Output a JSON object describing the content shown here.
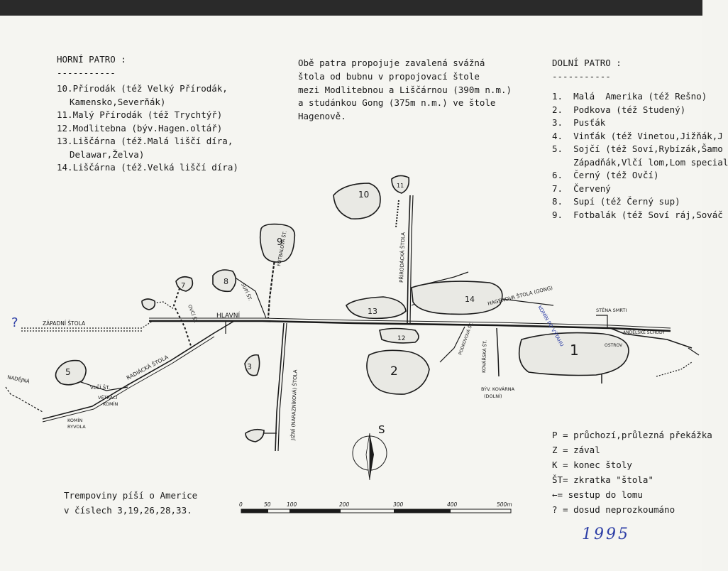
{
  "upper_level": {
    "title": "HORNÍ PATRO :",
    "rule": "-----------",
    "items": [
      {
        "line": "10.Přírodák (též Velký Přírodák,"
      },
      {
        "line": "Kamensko,Severňák)"
      },
      {
        "line": "11.Malý Přírodák (též Trychtýř)"
      },
      {
        "line": "12.Modlitebna (býv.Hagen.oltář)"
      },
      {
        "line": "13.Liščárna (též.Malá liščí díra,"
      },
      {
        "line": "Delawar,Želva)"
      },
      {
        "line": "14.Liščárna (též.Velká liščí díra)"
      }
    ]
  },
  "connection_note": {
    "lines": [
      "Obě patra propojuje zavalená svážná",
      "štola od bubnu v propojovací štole",
      "mezi Modlitebnou a Liščárnou (390m n.m.)",
      "a studánkou Gong (375m n.m.) ve štole",
      "Hagenově."
    ]
  },
  "lower_level": {
    "title": "DOLNÍ PATRO :",
    "rule": "-----------",
    "items": [
      {
        "line": "1.  Malá  Amerika (též Rešno)"
      },
      {
        "line": "2.  Podkova (též Studený)"
      },
      {
        "line": "3.  Pusťák"
      },
      {
        "line": "4.  Vinťák (též Vinetou,Jižňák,J"
      },
      {
        "line": "5.  Sojčí (též Soví,Rybízák,Šamo"
      },
      {
        "line": "    Západňák,Vlčí lom,Lom special"
      },
      {
        "line": "6.  Černý (též Ovčí)"
      },
      {
        "line": "7.  Červený"
      },
      {
        "line": "8.  Supí (též Černý sup)"
      },
      {
        "line": "9.  Fotbalák (též Soví ráj,Sováč"
      }
    ]
  },
  "legend": {
    "items": [
      "P = průchozí,průlezná překážka",
      "Z = zával",
      "K = konec štoly",
      "ŠT= zkratka \"štola\"",
      "←= sestup do lomu",
      "? = dosud neprozkoumáno"
    ]
  },
  "bottom_note": {
    "lines": [
      "Trempoviny píší o Americe",
      "v číslech 3,19,26,28,33."
    ]
  },
  "year": "1995",
  "compass_letter": "S",
  "scale": {
    "ticks": [
      "0",
      "50",
      "100",
      "200",
      "300",
      "400",
      "500m"
    ]
  },
  "map_labels": {
    "zapadni": "ZÁPADNÍ  ŠTOLA",
    "hlavni": "HLAVNÍ",
    "radiacka": "RADIÁCKÁ ŠTOLA",
    "vlci": "VLČÍ ŠT.",
    "vetraci": "VĚTRACÍ",
    "komin": "KOMÍN",
    "nadejna": "NADĚJNÁ",
    "komin_ryvola_1": "KOMÍN",
    "komin_ryvola_2": "RYVOLA",
    "ovci": "OVČÍ ŠT.",
    "supi": "SUPÍ ŠT.",
    "fotbalova": "FOTBALOVÁ ŠT.",
    "jizni": "JIŽNÍ (NARAZNÍKOVÁ) ŠTOLA",
    "prirodacka": "PŘÍRODÁCKÁ ŠTOLA",
    "hagenova": "HAGENOVA ŠTOLA (GONG)",
    "kovarska": "KOVÁŘSKÁ ŠT.",
    "podkovova": "PODKOVOVÁ ŠT.",
    "kovarna_1": "BÝV. KOVÁRNA",
    "kovarna_2": "(DOLNÍ)",
    "komin_po_vytahu": "KOMÍN PO VÝTAHU",
    "stena_smrti": "STĚNA SMRTI",
    "andelske": "ANDĚLSKÉ SCHODY",
    "ostrov": "OSTROV"
  },
  "pond_numbers": [
    "1",
    "2",
    "3",
    "5",
    "7",
    "8",
    "9",
    "10",
    "11",
    "12",
    "13",
    "14"
  ],
  "colors": {
    "ink": "#1a1a1a",
    "blue": "#2e3fa6",
    "paper": "#f5f5f1",
    "topbar": "#2a2a2a"
  }
}
